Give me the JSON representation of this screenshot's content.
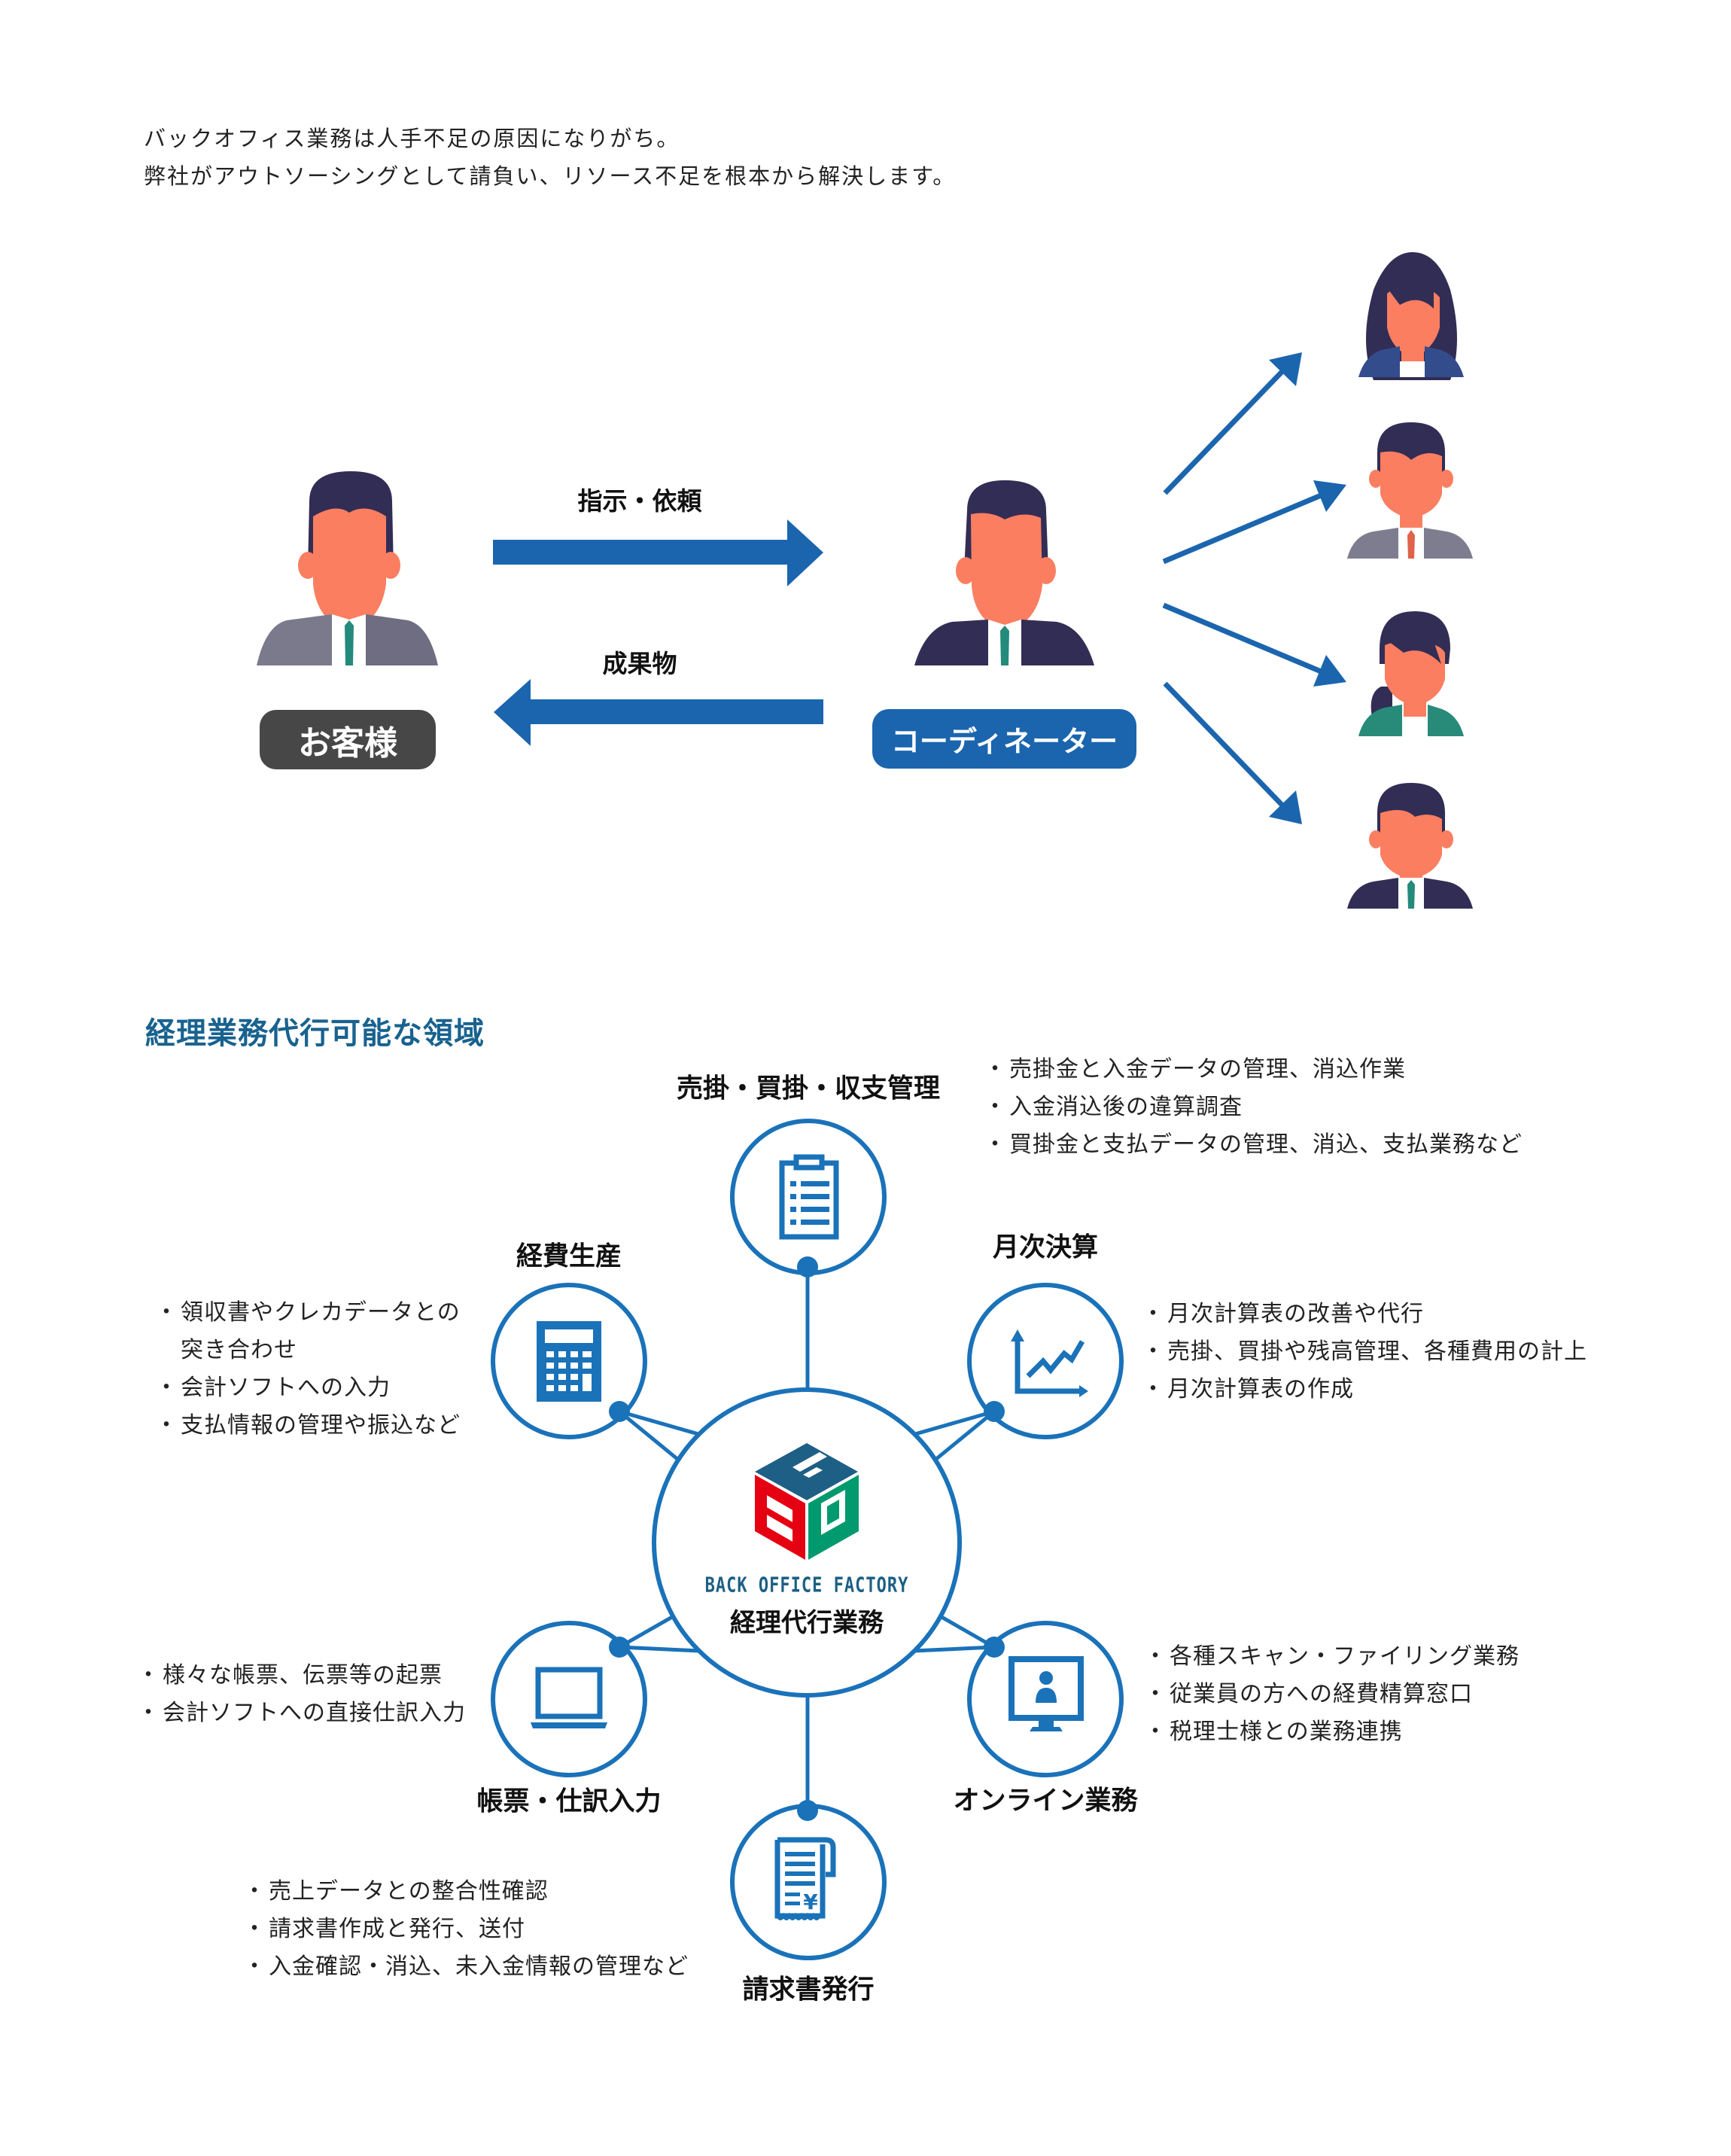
{
  "intro": {
    "line1": "バックオフィス業務は人手不足の原因になりがち。",
    "line2": "弊社がアウトソーシングとして請負い、リソース不足を根本から解決します。"
  },
  "flow": {
    "request_label": "指示・依頼",
    "deliverable_label": "成果物",
    "customer_label": "お客様",
    "coordinator_label": "コーディネーター",
    "worker_count": 4
  },
  "colors": {
    "primary_blue": "#1b65ae",
    "node_blue": "#1a72b9",
    "title_teal": "#18628f",
    "customer_pill": "#474747",
    "skin": "#fb7e61",
    "hair": "#322d55",
    "suit_gray": "#7b7a8c",
    "suit_navy": "#322d55",
    "tie_green": "#248a7b",
    "tie_orange": "#e0634b",
    "jacket_blue": "#334c8c",
    "jacket_green": "#288b7a"
  },
  "section": {
    "title": "経理業務代行可能な領域"
  },
  "center": {
    "brand": "BACK OFFICE FACTORY",
    "label": "経理代行業務",
    "logo_letters": [
      "F",
      "B",
      "O"
    ]
  },
  "nodes": {
    "receivables": {
      "label": "売掛・買掛・収支管理",
      "icon": "clipboard-icon",
      "bullets": [
        "売掛金と入金データの管理、消込作業",
        "入金消込後の違算調査",
        "買掛金と支払データの管理、消込、支払業務など"
      ]
    },
    "monthly": {
      "label": "月次決算",
      "icon": "chart-icon",
      "bullets": [
        "月次計算表の改善や代行",
        "売掛、買掛や残高管理、各種費用の計上",
        "月次計算表の作成"
      ]
    },
    "expense": {
      "label": "経費生産",
      "icon": "calculator-icon",
      "bullets": [
        "領収書やクレカデータとの",
        "突き合わせ",
        "会計ソフトへの入力",
        "支払情報の管理や振込など"
      ]
    },
    "voucher": {
      "label": "帳票・仕訳入力",
      "icon": "laptop-icon",
      "bullets": [
        "様々な帳票、伝票等の起票",
        "会計ソフトへの直接仕訳入力"
      ]
    },
    "online": {
      "label": "オンライン業務",
      "icon": "monitor-user-icon",
      "bullets": [
        "各種スキャン・ファイリング業務",
        "従業員の方への経費精算窓口",
        "税理士様との業務連携"
      ]
    },
    "invoice": {
      "label": "請求書発行",
      "icon": "receipt-yen-icon",
      "bullets": [
        "売上データとの整合性確認",
        "請求書作成と発行、送付",
        "入金確認・消込、未入金情報の管理など"
      ]
    }
  }
}
